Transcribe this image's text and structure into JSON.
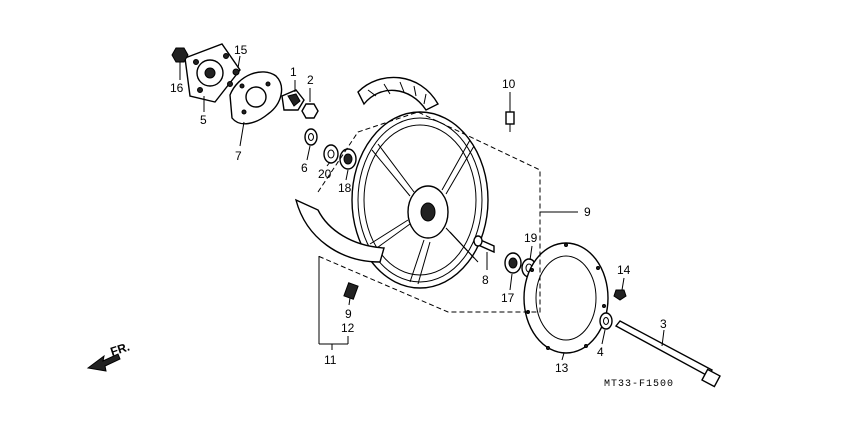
{
  "labels": {
    "p1": "1",
    "p2": "2",
    "p3": "3",
    "p4": "4",
    "p5": "5",
    "p6": "6",
    "p7": "7",
    "p8": "8",
    "p9a": "9",
    "p9b": "9",
    "p10": "10",
    "p11": "11",
    "p12": "12",
    "p13": "13",
    "p14": "14",
    "p15": "15",
    "p16": "16",
    "p17": "17",
    "p18": "18",
    "p19": "19",
    "p20": "20"
  },
  "direction": "FR.",
  "diagram_code": "MT33-F1500"
}
